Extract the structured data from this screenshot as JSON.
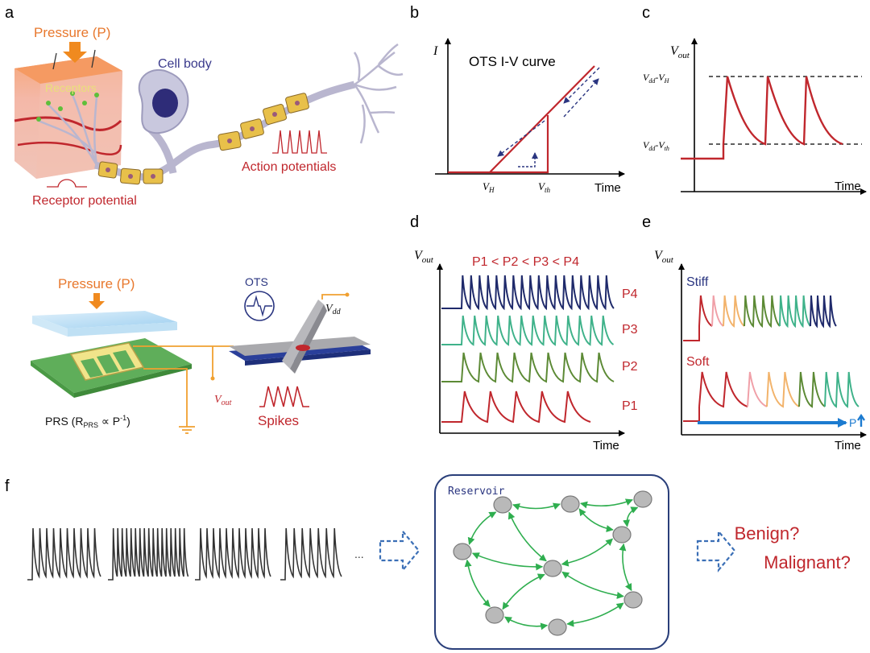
{
  "panel_letters": {
    "a": "a",
    "b": "b",
    "c": "c",
    "d": "d",
    "e": "e",
    "f": "f"
  },
  "panel_a": {
    "pressure_top": "Pressure (P)",
    "receptors": "Receptors",
    "cell_body": "Cell body",
    "action_potentials": "Action potentials",
    "receptor_potential": "Receptor potential",
    "pressure_bottom": "Pressure (P)",
    "ots": "OTS",
    "vdd_main": "V",
    "vdd_sub": "dd",
    "vout_main": "V",
    "vout_sub": "out",
    "spikes": "Spikes",
    "prs_caption": "PRS (R",
    "prs_sub": "PRS",
    "prs_rest": " ∝ P",
    "prs_sup": "-1",
    "prs_close": ")"
  },
  "panel_b": {
    "ylabel": "I",
    "title": "OTS I-V curve",
    "vh_main": "V",
    "vh_sub": "H",
    "vth_main": "V",
    "vth_sub": "th",
    "xlabel": "Time"
  },
  "panel_c": {
    "ylabel_main": "V",
    "ylabel_sub": "out",
    "upper_a": "V",
    "upper_a_sub": "dd",
    "upper_b": "-V",
    "upper_b_sub": "H",
    "lower_a": "V",
    "lower_a_sub": "dd",
    "lower_b": "-V",
    "lower_b_sub": "th",
    "xlabel": "Time"
  },
  "panel_d": {
    "ylabel_main": "V",
    "ylabel_sub": "out",
    "title": "P1 < P2 < P3 < P4",
    "series": [
      {
        "name": "P4",
        "color": "#1f2a6b",
        "period": 10.5,
        "start": 573
      },
      {
        "name": "P3",
        "color": "#3fb28a",
        "period": 14.5,
        "start": 573
      },
      {
        "name": "P2",
        "color": "#5c8a35",
        "period": 21,
        "start": 573
      },
      {
        "name": "P1",
        "color": "#c0272d",
        "period": 32,
        "start": 573
      }
    ],
    "xlabel": "Time"
  },
  "panel_e": {
    "ylabel_main": "V",
    "ylabel_sub": "out",
    "stiff": "Stiff",
    "soft": "Soft",
    "arrow_label": "P",
    "xlabel": "Time",
    "segment_colors": [
      "#c0272d",
      "#f0a0a8",
      "#f2b36b",
      "#5c8a35",
      "#3fb28a",
      "#1f2a6b"
    ]
  },
  "panel_f": {
    "ellipsis": "...",
    "reservoir": "Reservoir",
    "benign": "Benign?",
    "malignant": "Malignant?"
  },
  "colors": {
    "red": "#c0272d",
    "orange": "#e8782d",
    "navy": "#2a3580",
    "green": "#2fae4f",
    "arrow_blue": "#3b6fb6"
  }
}
